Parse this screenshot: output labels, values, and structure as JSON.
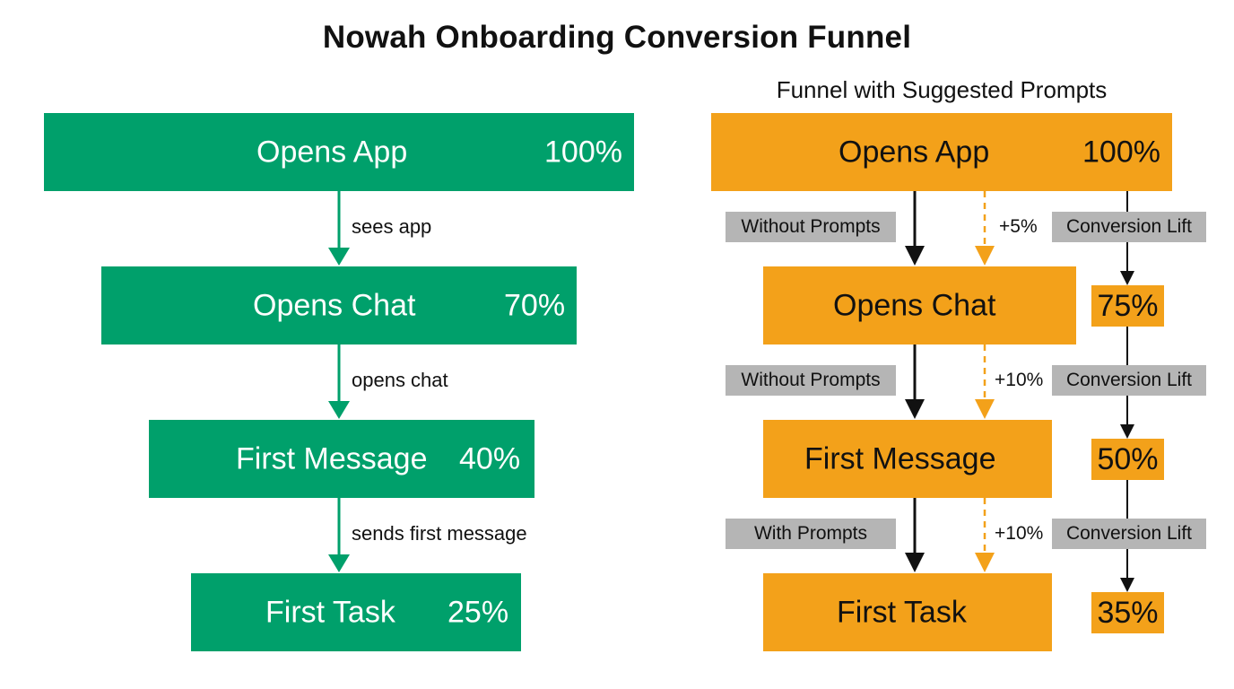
{
  "title": "Nowah Onboarding Conversion Funnel",
  "left": {
    "stages": [
      {
        "label": "Opens App",
        "pct": "100%"
      },
      {
        "label": "Opens Chat",
        "pct": "70%"
      },
      {
        "label": "First Message",
        "pct": "40%"
      },
      {
        "label": "First Task",
        "pct": "25%"
      }
    ],
    "transitions": [
      "sees app",
      "opens chat",
      "sends first message"
    ],
    "color": "#00a06b"
  },
  "right": {
    "subtitle": "Funnel with Suggested Prompts",
    "stages": [
      {
        "label": "Opens App",
        "pct": "100%"
      },
      {
        "label": "Opens Chat",
        "pct": "75%"
      },
      {
        "label": "First Message",
        "pct": "50%"
      },
      {
        "label": "First Task",
        "pct": "35%"
      }
    ],
    "tags": [
      "Without Prompts",
      "Without Prompts",
      "With Prompts"
    ],
    "lifts": [
      "+5%",
      "+10%",
      "+10%"
    ],
    "lift_tags": [
      "Conversion Lift",
      "Conversion Lift",
      "Conversion Lift"
    ],
    "color": "#f3a11a"
  }
}
